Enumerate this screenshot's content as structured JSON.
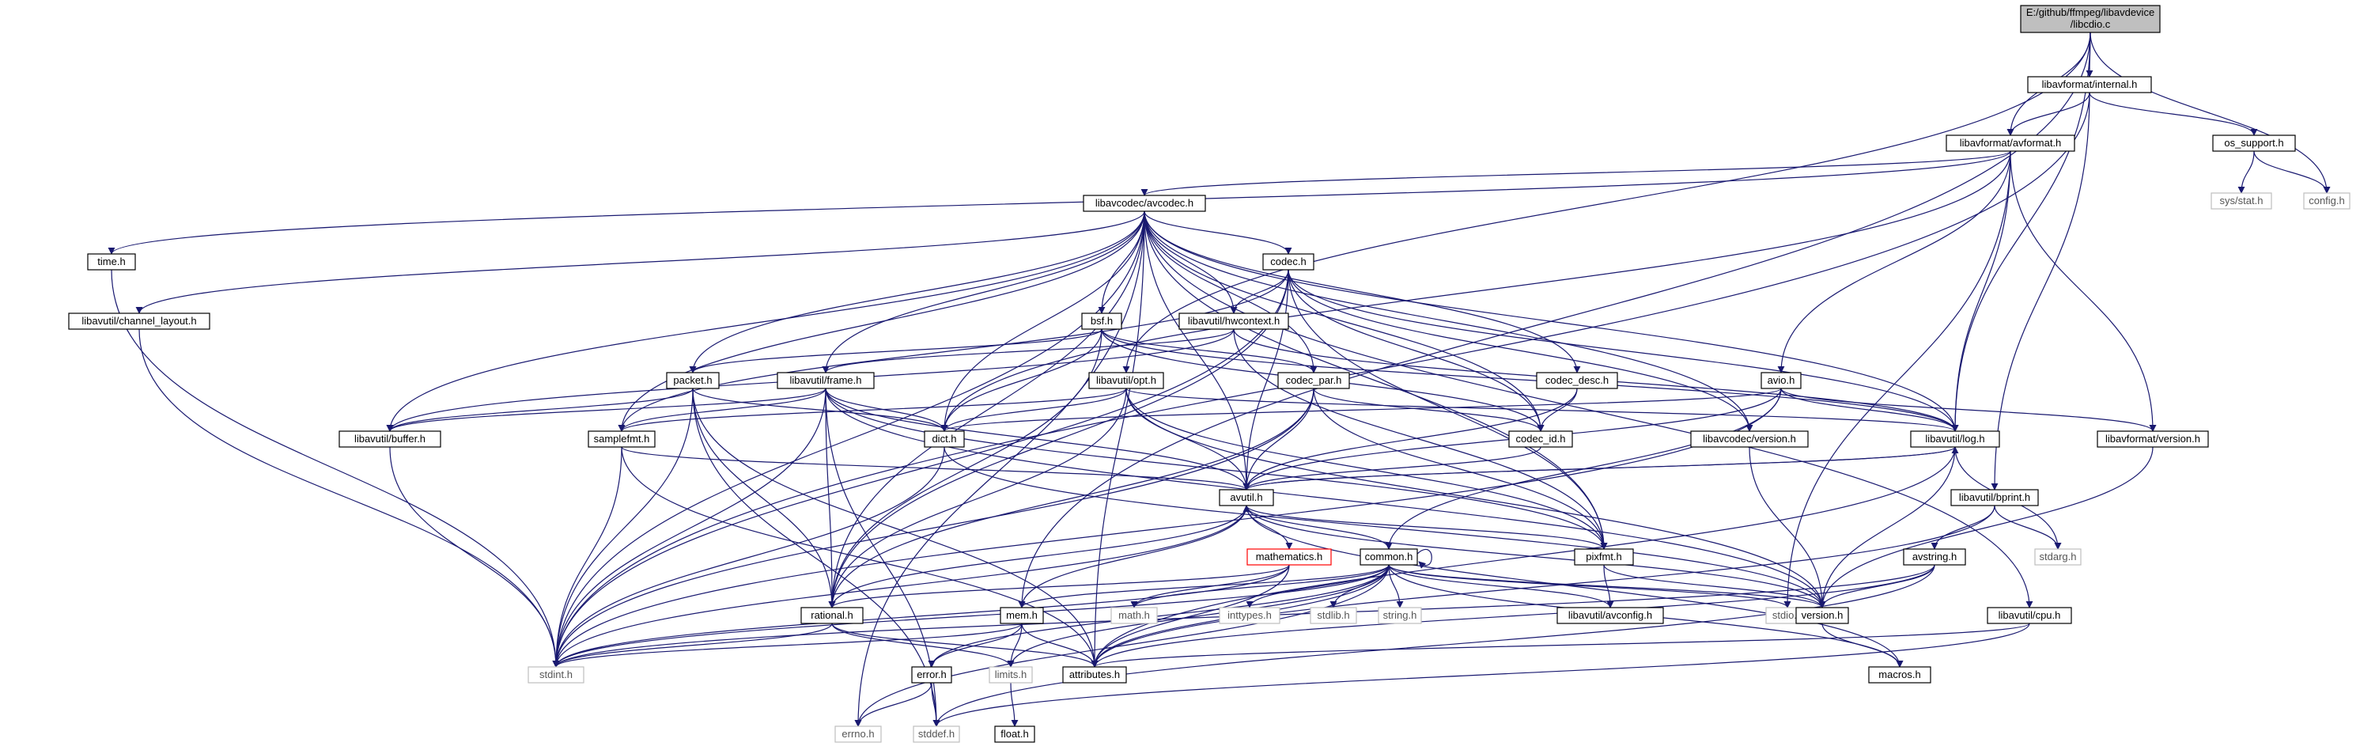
{
  "graph": {
    "colors": {
      "edge": "#191970",
      "node_border": "#000000",
      "node_fill": "#ffffff",
      "root_fill": "#bfbfbf",
      "system_border": "#bfbfbf",
      "system_text": "#555555",
      "highlight_border": "#ff0000",
      "text": "#000000"
    },
    "nodes": [
      {
        "id": "libcdio",
        "label": "E:/github/ffmpeg/libavdevice\n/libcdio.c",
        "kind": "root"
      },
      {
        "id": "internal",
        "label": "libavformat/internal.h",
        "kind": "normal"
      },
      {
        "id": "os_support",
        "label": "os_support.h",
        "kind": "normal"
      },
      {
        "id": "sys_stat",
        "label": "sys/stat.h",
        "kind": "system"
      },
      {
        "id": "config",
        "label": "config.h",
        "kind": "system"
      },
      {
        "id": "avformat",
        "label": "libavformat/avformat.h",
        "kind": "normal"
      },
      {
        "id": "avcodec",
        "label": "libavcodec/avcodec.h",
        "kind": "normal"
      },
      {
        "id": "time",
        "label": "time.h",
        "kind": "normal"
      },
      {
        "id": "channel_layout",
        "label": "libavutil/channel_layout.h",
        "kind": "normal"
      },
      {
        "id": "codec",
        "label": "codec.h",
        "kind": "normal"
      },
      {
        "id": "bsf",
        "label": "bsf.h",
        "kind": "normal"
      },
      {
        "id": "hwcontext",
        "label": "libavutil/hwcontext.h",
        "kind": "normal"
      },
      {
        "id": "packet",
        "label": "packet.h",
        "kind": "normal"
      },
      {
        "id": "frame",
        "label": "libavutil/frame.h",
        "kind": "normal"
      },
      {
        "id": "opt",
        "label": "libavutil/opt.h",
        "kind": "normal"
      },
      {
        "id": "codec_par",
        "label": "codec_par.h",
        "kind": "normal"
      },
      {
        "id": "codec_desc",
        "label": "codec_desc.h",
        "kind": "normal"
      },
      {
        "id": "avio",
        "label": "avio.h",
        "kind": "normal"
      },
      {
        "id": "buffer",
        "label": "libavutil/buffer.h",
        "kind": "normal"
      },
      {
        "id": "samplefmt",
        "label": "samplefmt.h",
        "kind": "normal"
      },
      {
        "id": "dict",
        "label": "dict.h",
        "kind": "normal"
      },
      {
        "id": "codec_id",
        "label": "codec_id.h",
        "kind": "normal"
      },
      {
        "id": "avcodec_version",
        "label": "libavcodec/version.h",
        "kind": "normal"
      },
      {
        "id": "log",
        "label": "libavutil/log.h",
        "kind": "normal"
      },
      {
        "id": "avformat_version",
        "label": "libavformat/version.h",
        "kind": "normal"
      },
      {
        "id": "avutil",
        "label": "avutil.h",
        "kind": "normal"
      },
      {
        "id": "bprint",
        "label": "libavutil/bprint.h",
        "kind": "normal"
      },
      {
        "id": "mathematics",
        "label": "mathematics.h",
        "kind": "highlight"
      },
      {
        "id": "common",
        "label": "common.h",
        "kind": "normal"
      },
      {
        "id": "pixfmt",
        "label": "pixfmt.h",
        "kind": "normal"
      },
      {
        "id": "avstring",
        "label": "avstring.h",
        "kind": "normal"
      },
      {
        "id": "stdarg",
        "label": "stdarg.h",
        "kind": "system"
      },
      {
        "id": "rational",
        "label": "rational.h",
        "kind": "normal"
      },
      {
        "id": "mem",
        "label": "mem.h",
        "kind": "normal"
      },
      {
        "id": "math",
        "label": "math.h",
        "kind": "system"
      },
      {
        "id": "inttypes",
        "label": "inttypes.h",
        "kind": "system"
      },
      {
        "id": "stdlib",
        "label": "stdlib.h",
        "kind": "system"
      },
      {
        "id": "string",
        "label": "string.h",
        "kind": "system"
      },
      {
        "id": "avconfig",
        "label": "libavutil/avconfig.h",
        "kind": "normal"
      },
      {
        "id": "stdio",
        "label": "stdio.h",
        "kind": "system"
      },
      {
        "id": "version",
        "label": "version.h",
        "kind": "normal"
      },
      {
        "id": "cpu",
        "label": "libavutil/cpu.h",
        "kind": "normal"
      },
      {
        "id": "stdint",
        "label": "stdint.h",
        "kind": "system"
      },
      {
        "id": "attributes",
        "label": "attributes.h",
        "kind": "normal"
      },
      {
        "id": "limits",
        "label": "limits.h",
        "kind": "system"
      },
      {
        "id": "error",
        "label": "error.h",
        "kind": "normal"
      },
      {
        "id": "macros",
        "label": "macros.h",
        "kind": "normal"
      },
      {
        "id": "errno",
        "label": "errno.h",
        "kind": "system"
      },
      {
        "id": "stddef",
        "label": "stddef.h",
        "kind": "system"
      },
      {
        "id": "float",
        "label": "float.h",
        "kind": "normal"
      }
    ],
    "edges": [
      [
        "libcdio",
        "internal"
      ],
      [
        "libcdio",
        "avformat"
      ],
      [
        "libcdio",
        "config"
      ],
      [
        "libcdio",
        "log"
      ],
      [
        "libcdio",
        "mem"
      ],
      [
        "libcdio",
        "opt"
      ],
      [
        "internal",
        "os_support"
      ],
      [
        "internal",
        "avformat"
      ],
      [
        "internal",
        "bprint"
      ],
      [
        "internal",
        "stdint"
      ],
      [
        "os_support",
        "sys_stat"
      ],
      [
        "os_support",
        "config"
      ],
      [
        "avformat",
        "time"
      ],
      [
        "avformat",
        "avcodec"
      ],
      [
        "avformat",
        "dict"
      ],
      [
        "avformat",
        "avio"
      ],
      [
        "avformat",
        "log"
      ],
      [
        "avformat",
        "avformat_version"
      ],
      [
        "avformat",
        "stdio"
      ],
      [
        "avcodec",
        "errno"
      ],
      [
        "avcodec",
        "channel_layout"
      ],
      [
        "avcodec",
        "buffer"
      ],
      [
        "avcodec",
        "samplefmt"
      ],
      [
        "avcodec",
        "packet"
      ],
      [
        "avcodec",
        "frame"
      ],
      [
        "avcodec",
        "bsf"
      ],
      [
        "avcodec",
        "codec"
      ],
      [
        "avcodec",
        "hwcontext"
      ],
      [
        "avcodec",
        "codec_par"
      ],
      [
        "avcodec",
        "codec_desc"
      ],
      [
        "avcodec",
        "codec_id"
      ],
      [
        "avcodec",
        "avcodec_version"
      ],
      [
        "avcodec",
        "log"
      ],
      [
        "avcodec",
        "dict"
      ],
      [
        "avcodec",
        "avutil"
      ],
      [
        "avcodec",
        "rational"
      ],
      [
        "avcodec",
        "attributes"
      ],
      [
        "avcodec",
        "pixfmt"
      ],
      [
        "avcodec",
        "cpu"
      ],
      [
        "avcodec",
        "stdint"
      ],
      [
        "time",
        "stdint"
      ],
      [
        "channel_layout",
        "stdint"
      ],
      [
        "codec",
        "samplefmt"
      ],
      [
        "codec",
        "hwcontext"
      ],
      [
        "codec",
        "codec_id"
      ],
      [
        "codec",
        "avutil"
      ],
      [
        "codec",
        "log"
      ],
      [
        "codec",
        "pixfmt"
      ],
      [
        "codec",
        "rational"
      ],
      [
        "codec",
        "avcodec_version"
      ],
      [
        "codec",
        "stdint"
      ],
      [
        "bsf",
        "packet"
      ],
      [
        "bsf",
        "codec_par"
      ],
      [
        "bsf",
        "codec_id"
      ],
      [
        "bsf",
        "dict"
      ],
      [
        "bsf",
        "log"
      ],
      [
        "bsf",
        "rational"
      ],
      [
        "hwcontext",
        "frame"
      ],
      [
        "hwcontext",
        "buffer"
      ],
      [
        "hwcontext",
        "pixfmt"
      ],
      [
        "hwcontext",
        "log"
      ],
      [
        "packet",
        "buffer"
      ],
      [
        "packet",
        "dict"
      ],
      [
        "packet",
        "rational"
      ],
      [
        "packet",
        "attributes"
      ],
      [
        "packet",
        "stdint"
      ],
      [
        "packet",
        "stddef"
      ],
      [
        "frame",
        "buffer"
      ],
      [
        "frame",
        "dict"
      ],
      [
        "frame",
        "samplefmt"
      ],
      [
        "frame",
        "rational"
      ],
      [
        "frame",
        "avutil"
      ],
      [
        "frame",
        "pixfmt"
      ],
      [
        "frame",
        "version"
      ],
      [
        "frame",
        "stdint"
      ],
      [
        "frame",
        "stddef"
      ],
      [
        "opt",
        "dict"
      ],
      [
        "opt",
        "avutil"
      ],
      [
        "opt",
        "log"
      ],
      [
        "opt",
        "pixfmt"
      ],
      [
        "opt",
        "rational"
      ],
      [
        "opt",
        "samplefmt"
      ],
      [
        "opt",
        "version"
      ],
      [
        "codec_par",
        "codec_id"
      ],
      [
        "codec_par",
        "avutil"
      ],
      [
        "codec_par",
        "rational"
      ],
      [
        "codec_par",
        "pixfmt"
      ],
      [
        "codec_par",
        "stdint"
      ],
      [
        "codec_desc",
        "codec_id"
      ],
      [
        "codec_desc",
        "avutil"
      ],
      [
        "avio",
        "dict"
      ],
      [
        "avio",
        "log"
      ],
      [
        "avio",
        "avutil"
      ],
      [
        "avio",
        "avformat_version"
      ],
      [
        "avio",
        "common"
      ],
      [
        "avio",
        "stdint"
      ],
      [
        "buffer",
        "stdint"
      ],
      [
        "samplefmt",
        "avutil"
      ],
      [
        "samplefmt",
        "attributes"
      ],
      [
        "samplefmt",
        "stdint"
      ],
      [
        "dict",
        "stdint"
      ],
      [
        "dict",
        "version"
      ],
      [
        "codec_id",
        "avutil"
      ],
      [
        "avcodec_version",
        "version"
      ],
      [
        "log",
        "stdarg"
      ],
      [
        "log",
        "avutil"
      ],
      [
        "log",
        "attributes"
      ],
      [
        "log",
        "version"
      ],
      [
        "avformat_version",
        "version"
      ],
      [
        "avutil",
        "mathematics"
      ],
      [
        "avutil",
        "common"
      ],
      [
        "avutil",
        "rational"
      ],
      [
        "avutil",
        "version"
      ],
      [
        "avutil",
        "macros"
      ],
      [
        "avutil",
        "log"
      ],
      [
        "avutil",
        "pixfmt"
      ],
      [
        "avutil",
        "stdint"
      ],
      [
        "bprint",
        "avstring"
      ],
      [
        "bprint",
        "stdarg"
      ],
      [
        "bprint",
        "attributes"
      ],
      [
        "mathematics",
        "math"
      ],
      [
        "mathematics",
        "rational"
      ],
      [
        "mathematics",
        "intfloat"
      ],
      [
        "mathematics",
        "attributes"
      ],
      [
        "mathematics",
        "stdint"
      ],
      [
        "common",
        "common"
      ],
      [
        "common",
        "inttypes"
      ],
      [
        "common",
        "stdlib"
      ],
      [
        "common",
        "string"
      ],
      [
        "common",
        "stdio"
      ],
      [
        "common",
        "attributes"
      ],
      [
        "common",
        "macros"
      ],
      [
        "common",
        "version"
      ],
      [
        "common",
        "avconfig"
      ],
      [
        "common",
        "mem"
      ],
      [
        "common",
        "error"
      ],
      [
        "common",
        "limits"
      ],
      [
        "common",
        "math"
      ],
      [
        "common",
        "errno"
      ],
      [
        "common",
        "stdint"
      ],
      [
        "pixfmt",
        "version"
      ],
      [
        "pixfmt",
        "avconfig"
      ],
      [
        "avstring",
        "attributes"
      ],
      [
        "avstring",
        "version"
      ],
      [
        "avstring",
        "stddef"
      ],
      [
        "avstring",
        "stdint"
      ],
      [
        "rational",
        "attributes"
      ],
      [
        "rational",
        "limits"
      ],
      [
        "rational",
        "stdint"
      ],
      [
        "mem",
        "attributes"
      ],
      [
        "mem",
        "error"
      ],
      [
        "mem",
        "limits"
      ],
      [
        "mem",
        "avutil"
      ],
      [
        "mem",
        "stdint"
      ],
      [
        "version",
        "macros"
      ],
      [
        "cpu",
        "attributes"
      ],
      [
        "cpu",
        "stddef"
      ],
      [
        "error",
        "errno"
      ],
      [
        "error",
        "stddef"
      ],
      [
        "limits",
        "float"
      ]
    ]
  }
}
